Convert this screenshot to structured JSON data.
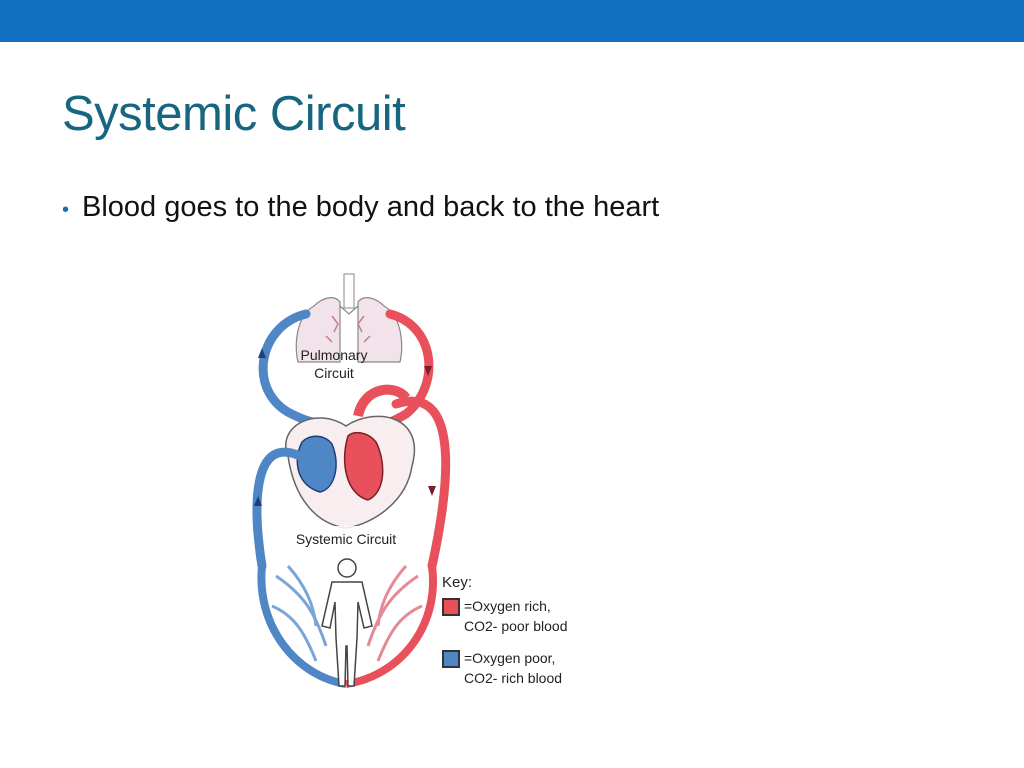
{
  "slide": {
    "title": "Systemic Circuit",
    "bullets": [
      "Blood goes to the body and back to the heart"
    ]
  },
  "figure": {
    "labels": {
      "pulmonary_line1": "Pulmonary",
      "pulmonary_line2": "Circuit",
      "systemic": "Systemic Circuit"
    },
    "key": {
      "title": "Key:",
      "rich_line1": "=Oxygen rich,",
      "rich_line2": "CO2- poor blood",
      "poor_line1": "=Oxygen poor,",
      "poor_line2": "CO2- rich blood"
    },
    "colors": {
      "oxygen_rich": "#e8505b",
      "oxygen_poor": "#4f86c6"
    }
  },
  "theme": {
    "top_bar": "#1170c2",
    "title_color": "#17657f"
  }
}
